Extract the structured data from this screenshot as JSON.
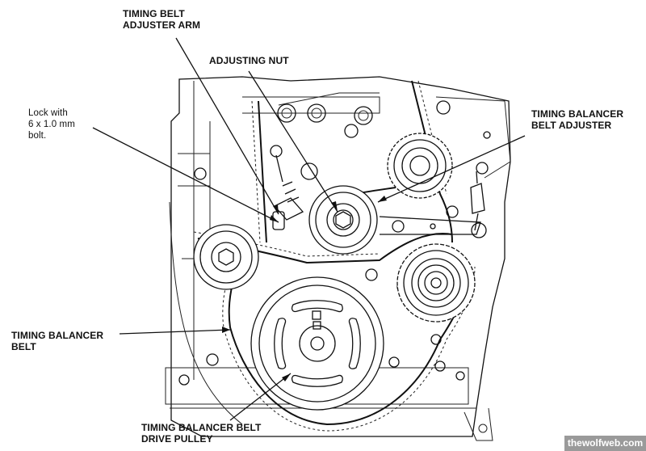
{
  "diagram": {
    "title": "Timing balancer belt assembly",
    "labels": {
      "timing_belt_adjuster_arm": "TIMING BELT\nADJUSTER ARM",
      "adjusting_nut": "ADJUSTING NUT",
      "lock_note": "Lock with\n6 x 1.0 mm\nbolt.",
      "timing_balancer_belt_adjuster": "TIMING BALANCER\nBELT ADJUSTER",
      "timing_balancer_belt": "TIMING BALANCER\nBELT",
      "timing_balancer_belt_drive_pulley": "TIMING BALANCER BELT\nDRIVE PULLEY"
    },
    "watermark": "thewolfweb.com",
    "colors": {
      "ink": "#111111",
      "background": "#ffffff",
      "watermark_bg": "#9a9a9a"
    }
  }
}
